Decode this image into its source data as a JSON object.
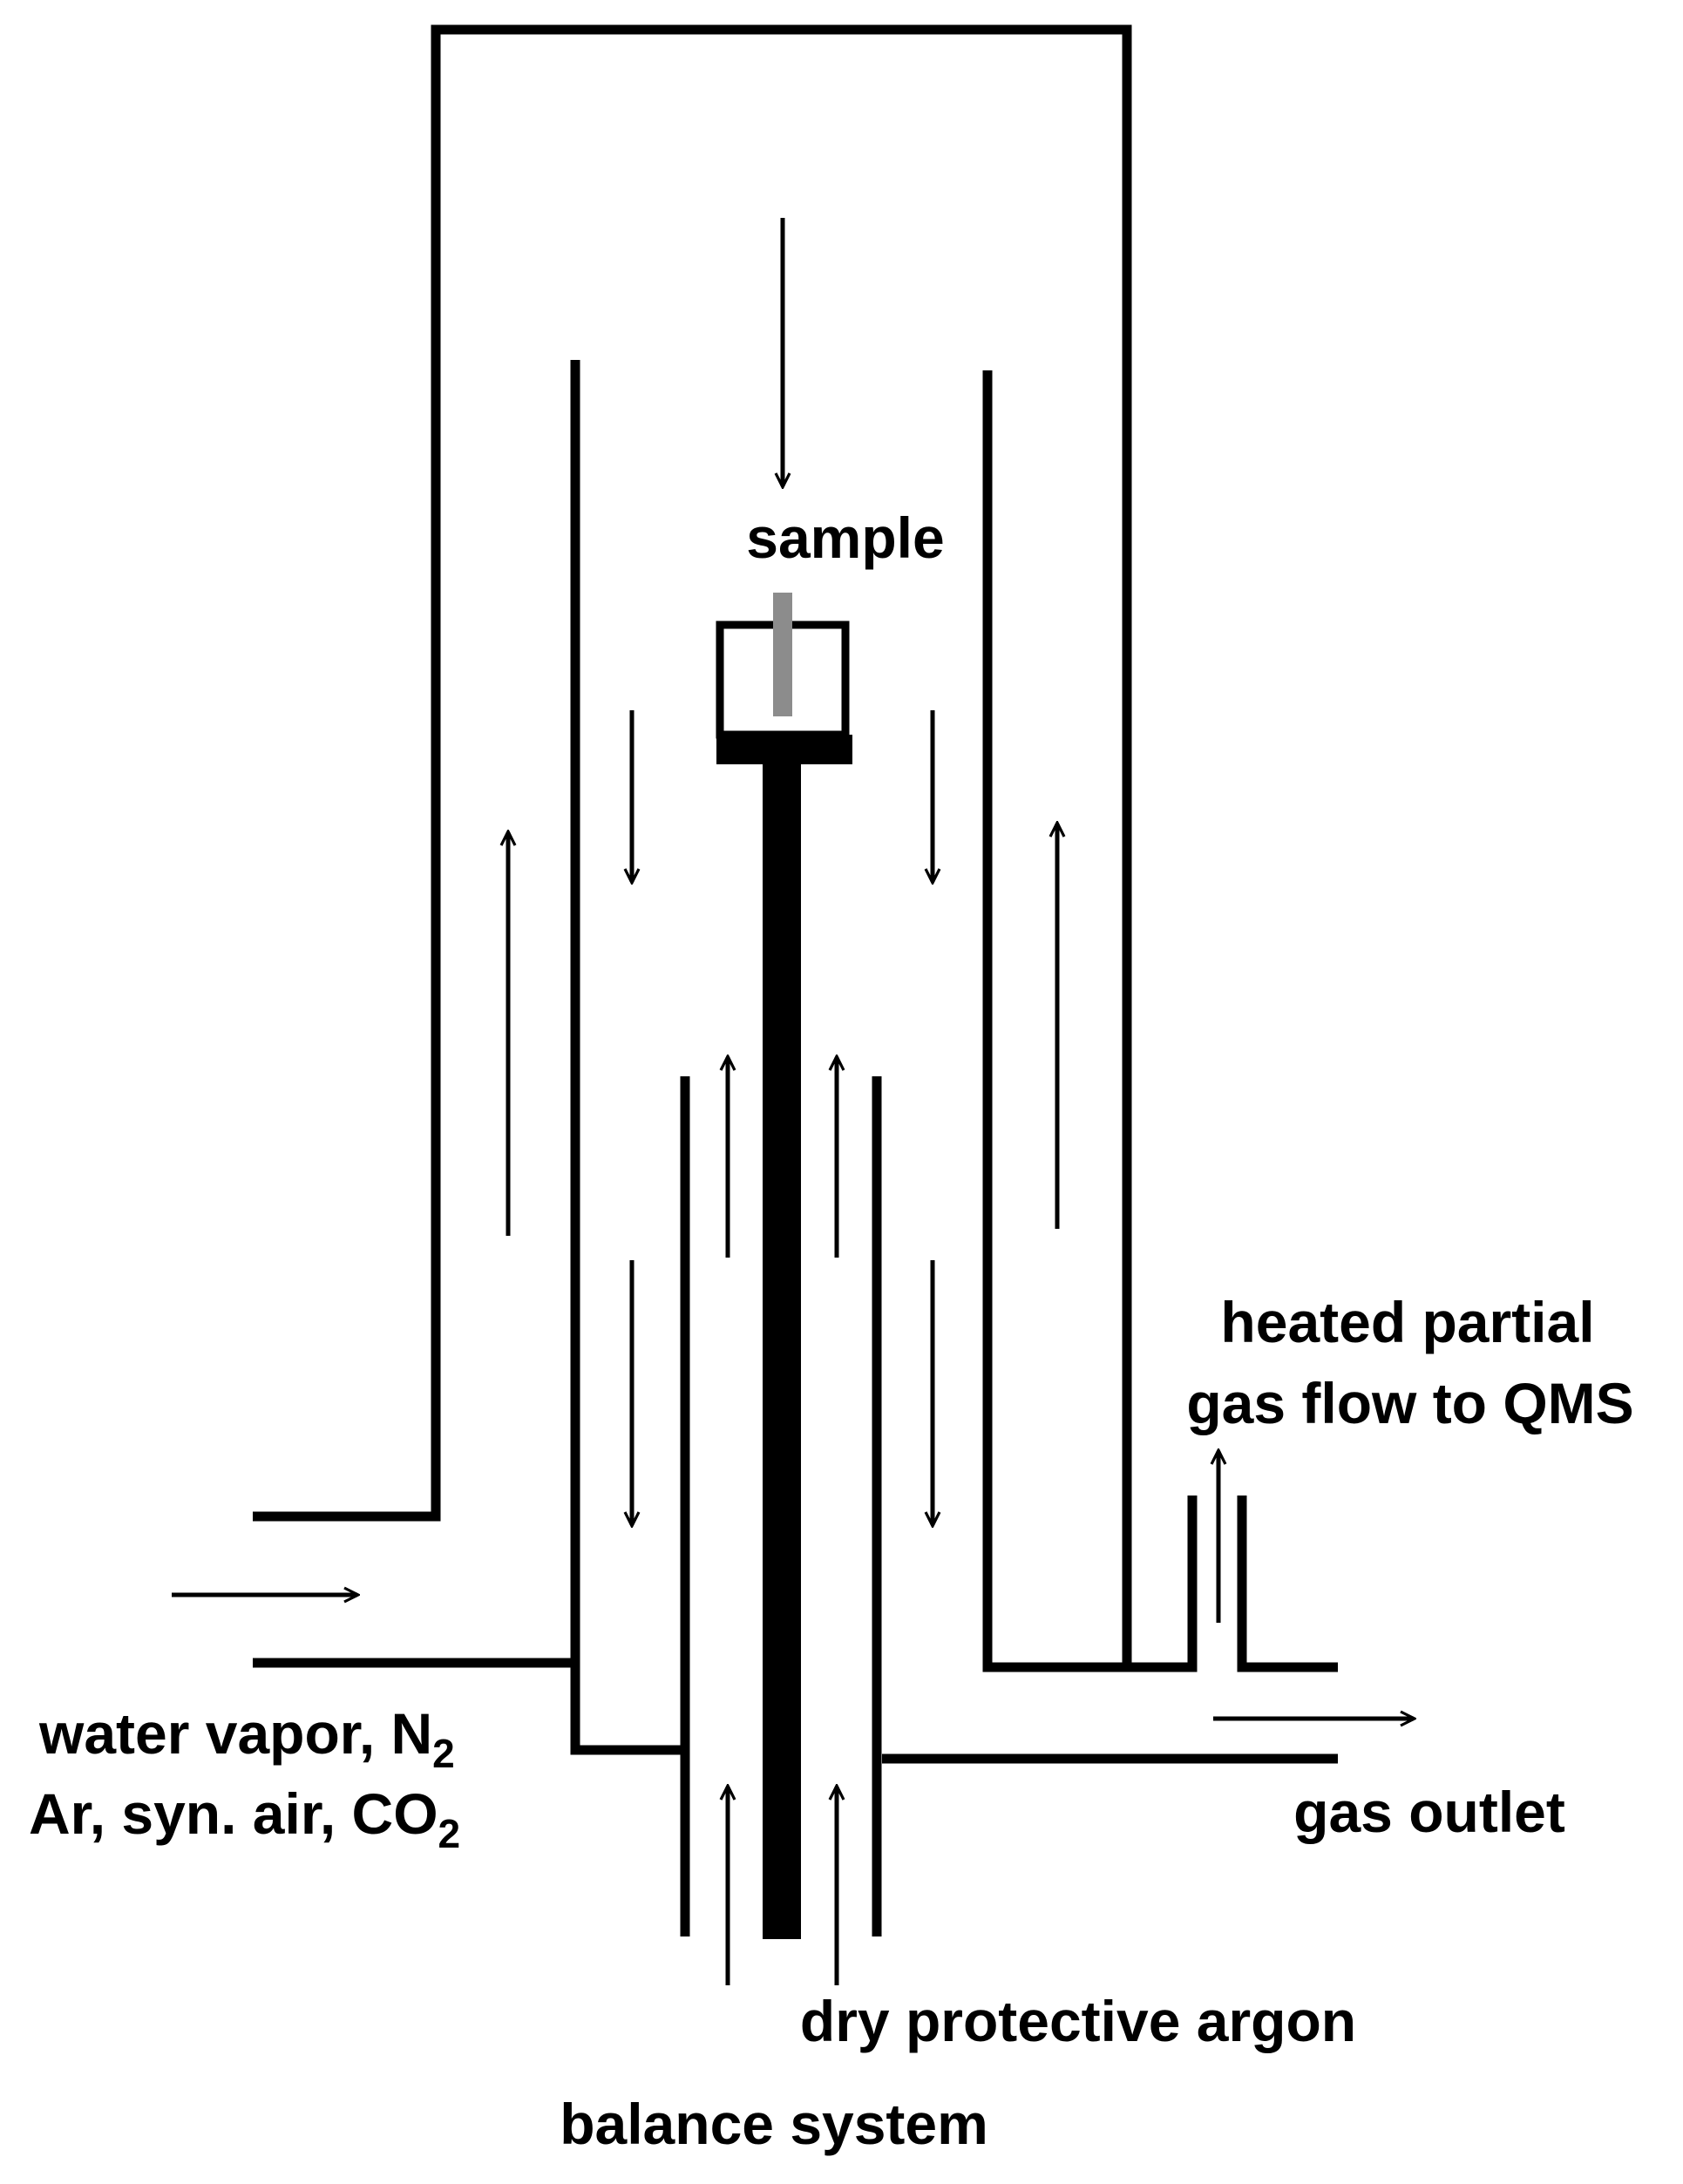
{
  "labels": {
    "sample": "sample",
    "heated_line1": "heated partial",
    "heated_line2": "gas flow to QMS",
    "inlet_line1_text": "water vapor, N",
    "inlet_line1_sub": "2",
    "inlet_line2_text": "Ar, syn. air, CO",
    "inlet_line2_sub": "2",
    "gas_outlet": "gas outlet",
    "dry_argon": "dry protective argon",
    "balance_system": "balance system"
  },
  "colors": {
    "stroke": "#000000",
    "sample_rod": "#8c8c8c",
    "background": "#ffffff"
  }
}
